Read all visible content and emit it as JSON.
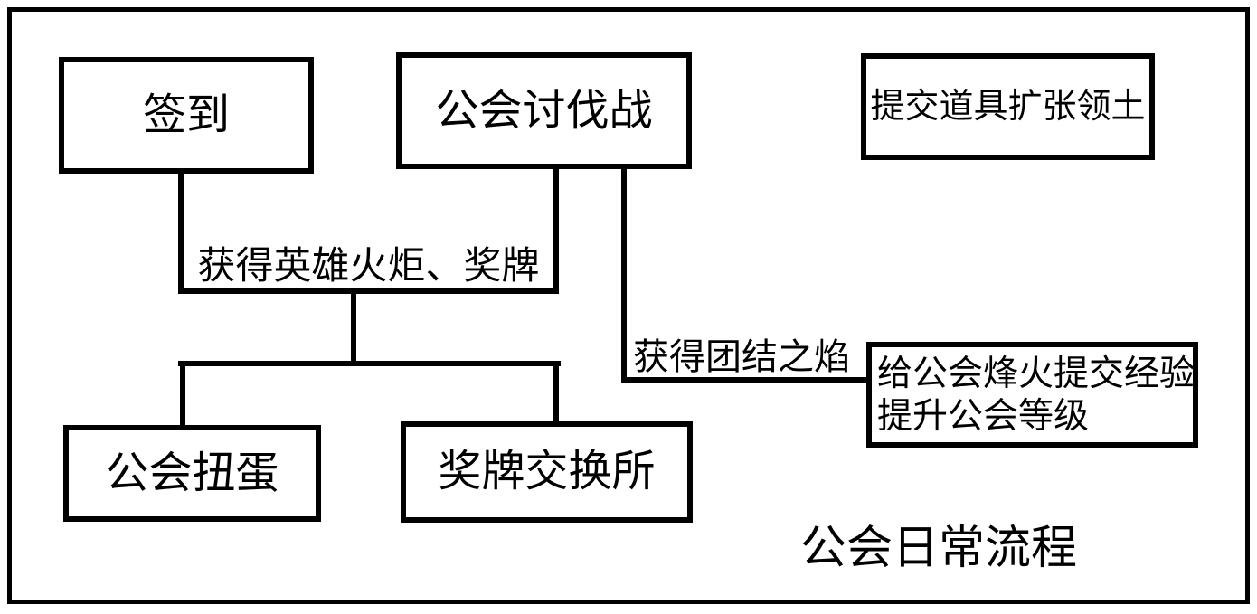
{
  "diagram": {
    "background_color": "#ffffff",
    "line_color": "#000000",
    "title": "公会日常流程",
    "nodes": {
      "sign_in": {
        "label": "签到"
      },
      "guild_crusade": {
        "label": "公会讨伐战"
      },
      "submit_items": {
        "label": "提交道具扩张领土"
      },
      "guild_gacha": {
        "label": "公会扭蛋"
      },
      "medal_exchange": {
        "label": "奖牌交换所"
      },
      "guild_beacon": {
        "label_line1": "给公会烽火提交经验",
        "label_line2": "提升公会等级"
      }
    },
    "edge_labels": {
      "torch_medal": "获得英雄火炬、奖牌",
      "unity_flame": "获得团结之焰"
    }
  }
}
